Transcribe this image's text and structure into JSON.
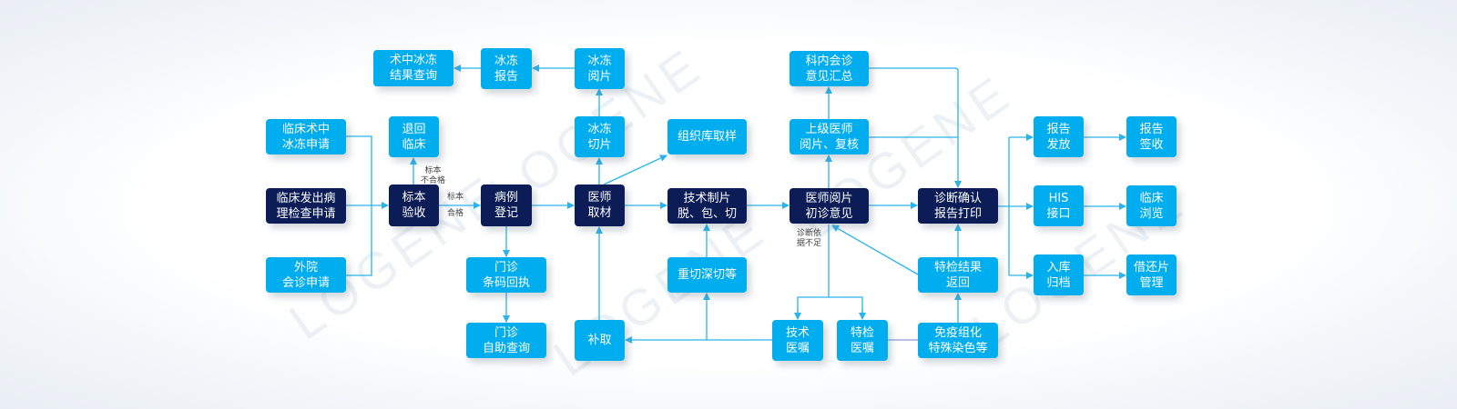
{
  "watermark": "LOGENE",
  "colors": {
    "light_node": "#00adee",
    "dark_node": "#0b1c57",
    "edge": "#2bb4ec"
  },
  "nodes": {
    "frozen_result_query": [
      "术中冰冻",
      "结果查询"
    ],
    "frozen_report": [
      "冰冻",
      "报告"
    ],
    "frozen_reading": [
      "冰冻",
      "阅片"
    ],
    "clinical_frozen_request": [
      "临床术中",
      "冰冻申请"
    ],
    "return_clinic": [
      "退回",
      "临床"
    ],
    "frozen_section": [
      "冰冻",
      "切片"
    ],
    "tissue_bank_sampling": [
      "组织库取样"
    ],
    "dept_consult_summary": [
      "科内会诊",
      "意见汇总"
    ],
    "senior_review": [
      "上级医师",
      "阅片、复核"
    ],
    "report_release": [
      "报告",
      "发放"
    ],
    "report_receipt": [
      "报告",
      "签收"
    ],
    "clinical_request": [
      "临床发出病",
      "理检查申请"
    ],
    "specimen_acceptance": [
      "标本",
      "验收"
    ],
    "case_registration": [
      "病例",
      "登记"
    ],
    "doctor_grossing": [
      "医师",
      "取材"
    ],
    "slide_preparation": [
      "技术制片",
      "脱、包、切"
    ],
    "initial_diagnosis": [
      "医师阅片",
      "初诊意见"
    ],
    "diagnosis_confirm": [
      "诊断确认",
      "报告打印"
    ],
    "his_interface": [
      "HIS",
      "接口"
    ],
    "clinical_browse": [
      "临床",
      "浏览"
    ],
    "external_consult_request": [
      "外院",
      "会诊申请"
    ],
    "outpatient_barcode": [
      "门诊",
      "条码回执"
    ],
    "recut": [
      "重切深切等"
    ],
    "special_result_return": [
      "特检结果",
      "返回"
    ],
    "archive": [
      "入库",
      "归档"
    ],
    "slide_lending": [
      "借还片",
      "管理"
    ],
    "outpatient_self_query": [
      "门诊",
      "自助查询"
    ],
    "supplementary_sampling": [
      "补取"
    ],
    "technical_order": [
      "技术",
      "医嘱"
    ],
    "special_order": [
      "特检",
      "医嘱"
    ],
    "ihc_special_stain": [
      "免疫组化",
      "特殊染色等"
    ]
  },
  "edge_labels": {
    "unqualified": [
      "标本",
      "不合格"
    ],
    "qualified_top": "标本",
    "qualified_bottom": "合格",
    "insufficient": [
      "诊断依",
      "据不足"
    ]
  }
}
